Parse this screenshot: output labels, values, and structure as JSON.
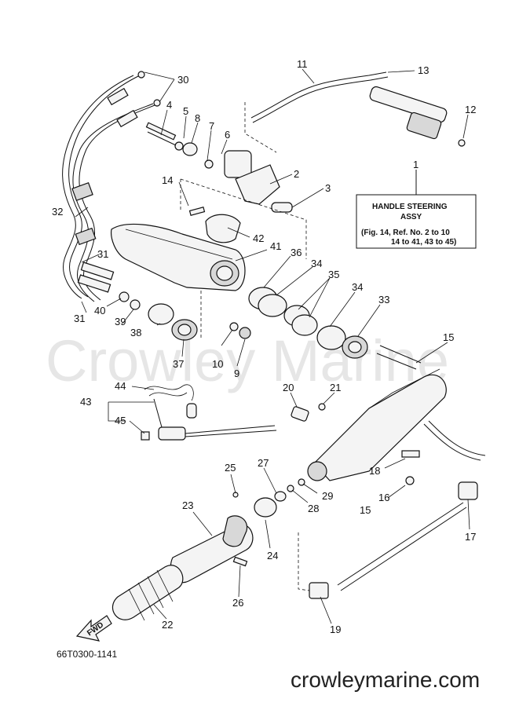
{
  "watermark": "Crowley Marine",
  "footer_url": "crowleymarine.com",
  "diagram_code": "66T0300-1141",
  "title_box": {
    "line1": "HANDLE STEERING",
    "line2": "ASSY",
    "line3": "(Fig. 14, Ref. No. 2 to 10",
    "line4": "14 to 41, 43 to 45)"
  },
  "fwd_label": "FWD",
  "callouts": {
    "c1": "1",
    "c2": "2",
    "c3": "3",
    "c4": "4",
    "c5": "5",
    "c6": "6",
    "c7": "7",
    "c8": "8",
    "c9": "9",
    "c10": "10",
    "c11": "11",
    "c12": "12",
    "c13": "13",
    "c14": "14",
    "c15a": "15",
    "c15b": "15",
    "c16": "16",
    "c17": "17",
    "c18": "18",
    "c19": "19",
    "c20": "20",
    "c21": "21",
    "c22": "22",
    "c23": "23",
    "c24": "24",
    "c25": "25",
    "c26": "26",
    "c27": "27",
    "c28": "28",
    "c29": "29",
    "c30": "30",
    "c31a": "31",
    "c31b": "31",
    "c32": "32",
    "c33": "33",
    "c34a": "34",
    "c34b": "34",
    "c35": "35",
    "c36": "36",
    "c37": "37",
    "c38": "38",
    "c39": "39",
    "c40": "40",
    "c41": "41",
    "c42": "42",
    "c43": "43",
    "c44": "44",
    "c45": "45"
  }
}
